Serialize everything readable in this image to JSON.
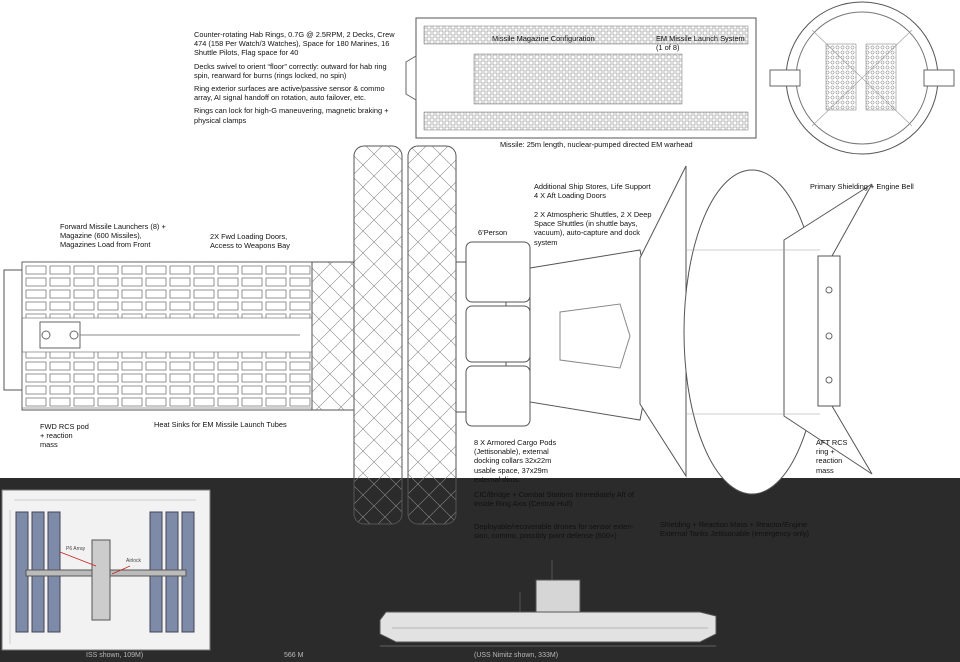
{
  "hab_rings": {
    "specs": "Counter-rotating Hab Rings, 0.7G @ 2.5RPM, 2 Decks, Crew 474 (158 Per Watch/3 Watches), Space for 180 Marines, 16 Shuttle Pilots, Flag space for 40",
    "swivel": "Decks swivel to orient “floor” correctly: outward for hab ring spin, rearward for burns (rings locked, no spin)",
    "sensor": "Ring exterior surfaces are active/passive sensor & commo array, AI signal handoff on rotation, auto failover, etc.",
    "lock": "Rings can lock for high-G maneuvering, magnetic braking + physical clamps"
  },
  "missile": {
    "magazine_label": "Missile Magazine Configuration",
    "launch_system_label": "EM Missile Launch System (1 of 8)",
    "caption": "Missile: 25m length, nuclear-pumped directed EM warhead"
  },
  "labels": {
    "forward_launchers": "Forward Missile Launchers (8) + Magazine (600 Missiles), Magazines Load from Front",
    "fwd_loading": "2X Fwd Loading Doors, Access to Weapons Bay",
    "person": "6’Person",
    "ship_stores": "Additional Ship Stores, Life Support 4 X Aft Loading Doors",
    "shuttles": "2 X Atmospheric Shuttles, 2 X Deep Space Shuttles (in shuttle bays, vacuum), auto-capture and dock system",
    "primary_shielding": "Primary Shielding + Engine Bell",
    "fwd_rcs": "FWD RCS pod + reaction mass",
    "heat_sinks": "Heat Sinks for EM Missile Launch Tubes",
    "cargo_pods": "8 X Armored Cargo Pods (Jettisonable), external docking collars 32x22m usable space, 37x29m external dims.",
    "cic": "CIC/Bridge + Combat Stations Immediately Aft of Inside Ring Axis (Central Hull)",
    "drones": "Deployable/recoverable drones for sensor exten-sion, commo, possibly point defense (600+)",
    "aft_rcs": "AFT RCS ring + reaction mass",
    "shielding_mass": "Shielding + Reaction Mass + Reactor/Engine External Tanks Jettisonable (emergency only)"
  },
  "footer": {
    "iss": "ISS shown, 109M)",
    "length": "566 M",
    "nimitz": "(USS Nimitz shown, 333M)"
  },
  "iss_inset": {
    "p6_array": "P6 Array",
    "airlock": "Airlock"
  },
  "colors": {
    "background": "#2b2b2b",
    "panel": "#ffffff",
    "line": "#5a5a5a",
    "text": "#111111"
  }
}
